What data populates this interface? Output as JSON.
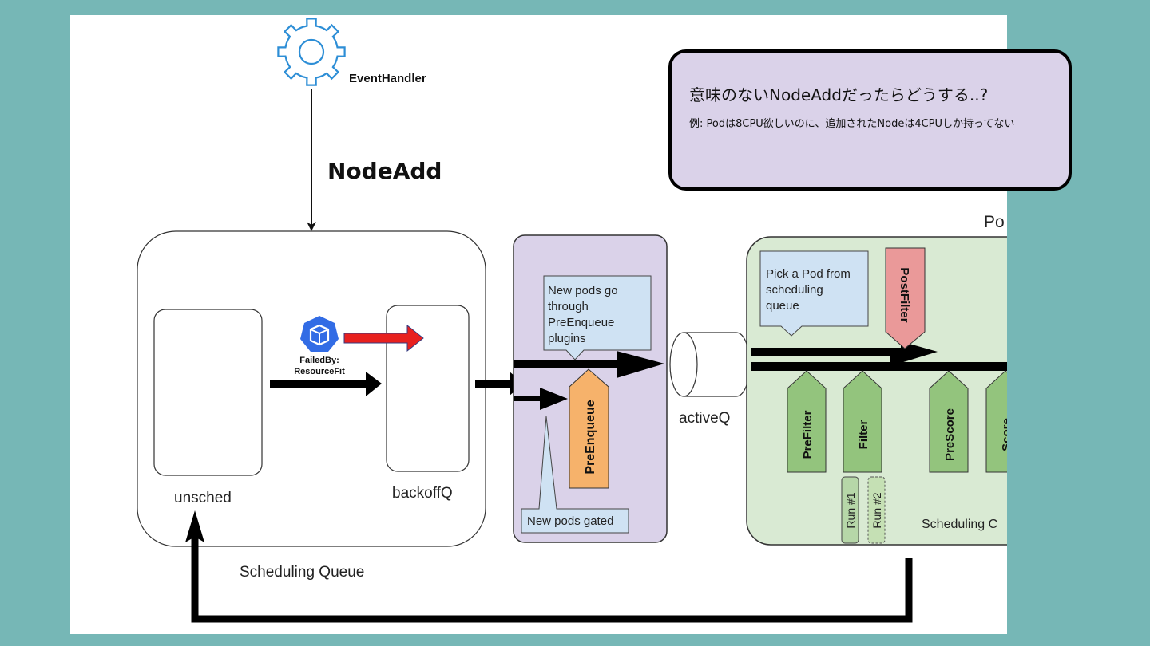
{
  "event_handler": {
    "label": "EventHandler",
    "icon": "gear-icon"
  },
  "event": {
    "label": "NodeAdd"
  },
  "scheduling_queue": {
    "label": "Scheduling Queue",
    "unsched_label": "unsched",
    "backoffq_label": "backoffQ",
    "failed_by_line1": "FailedBy:",
    "failed_by_line2": "ResourceFit",
    "pod_icon": "kubernetes-pod-icon"
  },
  "pre_enqueue": {
    "note_lines": [
      "New pods go",
      "through",
      "PreEnqueue",
      "plugins"
    ],
    "plugin_label": "PreEnqueue",
    "gated_label": "New pods gated"
  },
  "active_queue": {
    "label": "activeQ"
  },
  "scheduling_cycle": {
    "header_partial": "Po",
    "footer_partial": "Scheduling C",
    "note_lines": [
      "Pick a Pod from",
      "scheduling",
      "queue"
    ],
    "plugins": [
      "PreFilter",
      "Filter",
      "PreScore",
      "Score"
    ],
    "post_filter": "PostFilter",
    "runs": [
      "Run #1",
      "Run #2"
    ]
  },
  "callout": {
    "title": "意味のないNodeAddだったらどうする..?",
    "body": "例: Podは8CPU欲しいのに、追加されたNodeは4CPUしか持ってない"
  },
  "colors": {
    "background": "#76b7b6",
    "callout_fill": "#dad2e9",
    "pre_enqueue_panel": "#dad2e9",
    "cycle_panel": "#d9ead3",
    "note_fill": "#cfe2f3",
    "plugin_green": "#93c47d",
    "plugin_orange": "#f6b26b",
    "plugin_red": "#ea9999",
    "requeue_arrow": "#e8201e",
    "k8s_blue": "#326ce5",
    "gear_blue": "#2d8ed6"
  }
}
